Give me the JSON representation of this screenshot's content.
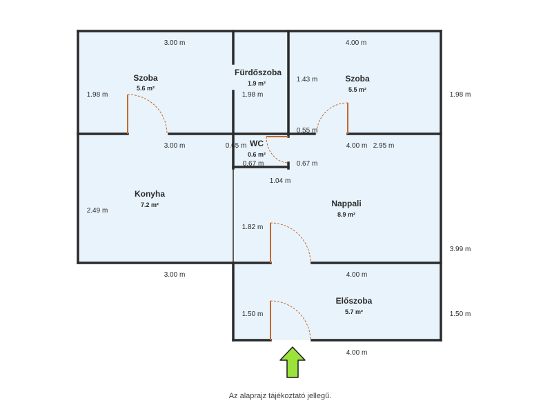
{
  "colors": {
    "floor": "#e9f3fb",
    "wall": "#2a2a2a",
    "door": "#c8672a",
    "arrow_fill": "#9be33a",
    "arrow_stroke": "#1c1c1c"
  },
  "rooms": {
    "szoba_left": {
      "name": "Szoba",
      "area": "5.6 m²"
    },
    "furdoszoba": {
      "name": "Fürdőszoba",
      "area": "1.9 m²"
    },
    "szoba_right": {
      "name": "Szoba",
      "area": "5.5 m²"
    },
    "wc": {
      "name": "WC",
      "area": "0.6 m²"
    },
    "konyha": {
      "name": "Konyha",
      "area": "7.2 m²"
    },
    "nappali": {
      "name": "Nappali",
      "area": "8.9 m²"
    },
    "eloszoba": {
      "name": "Előszoba",
      "area": "5.7 m²"
    }
  },
  "dimensions": {
    "szoba_left_top": "3.00 m",
    "szoba_left_side": "1.98 m",
    "szoba_left_bottom": "3.00 m",
    "furdo_side": "1.98 m",
    "szoba_right_top": "4.00 m",
    "szoba_right_left": "1.43 m",
    "szoba_right_door": "0.55 m",
    "szoba_right_bottom": "4.00 m",
    "right_outer_top": "1.98 m",
    "wc_left": "0.65 m",
    "wc_bottom": "0.67 m",
    "wc_right": "0.67 m",
    "wc_corridor": "1.04 m",
    "nappali_extra": "2.95 m",
    "konyha_side": "2.49 m",
    "konyha_bottom": "3.00 m",
    "nappali_door": "1.82 m",
    "right_outer_mid": "3.99 m",
    "eloszoba_top": "4.00 m",
    "eloszoba_left": "1.50 m",
    "eloszoba_right": "1.50 m",
    "eloszoba_bottom": "4.00 m"
  },
  "footnote": "Az alaprajz tájékoztató jellegű."
}
